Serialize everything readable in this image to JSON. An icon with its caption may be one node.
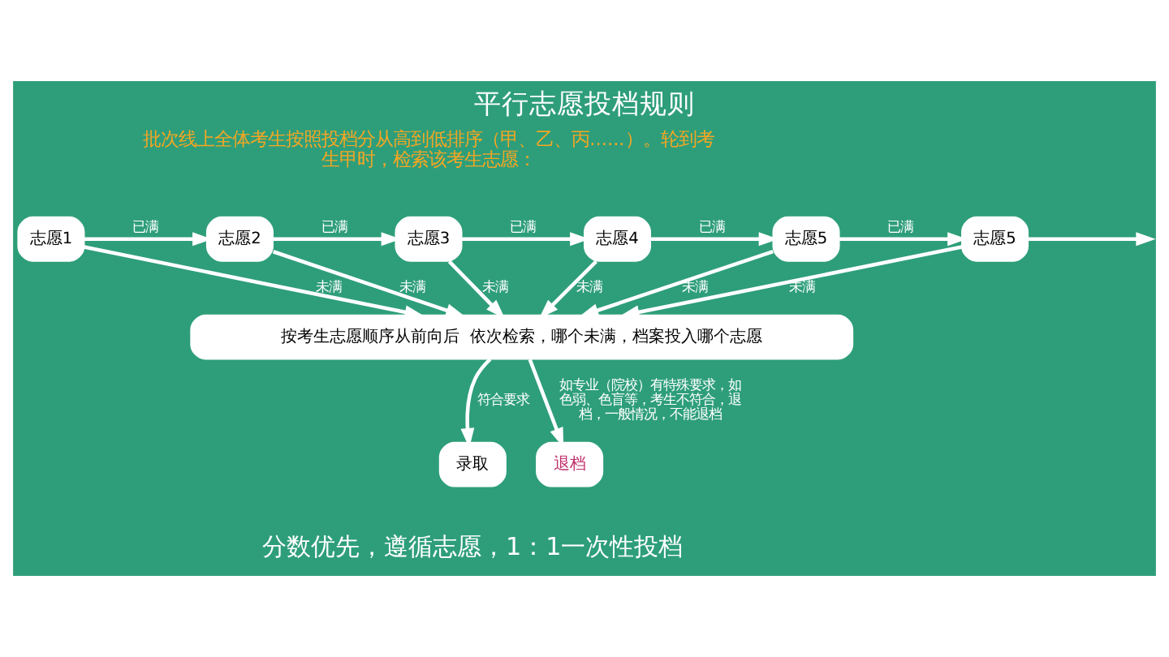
{
  "diagram": {
    "title": "平行志愿投档规则",
    "nodes": [
      {
        "text": [
          "志愿1"
        ]
      },
      {
        "text": [
          "志愿2"
        ]
      },
      {
        "text": [
          "志愿3"
        ]
      },
      {
        "text": [
          "志愿4"
        ]
      },
      {
        "text": [
          "志愿5"
        ]
      },
      {
        "text": [
          "志愿5"
        ]
      },
      {
        "text": [
          "按考生志愿顺序从前向后  依次检索，哪个未满，档案投入哪个志愿"
        ]
      },
      {
        "text": [
          "录取"
        ]
      },
      {
        "text": [
          "退档"
        ]
      }
    ],
    "edges": [
      {
        "from": 0,
        "to": 1,
        "arrow": "to",
        "label": "已满"
      },
      {
        "from": 1,
        "to": 2,
        "arrow": "to",
        "label": "已满"
      },
      {
        "from": 2,
        "to": 3,
        "arrow": "to",
        "label": "已满"
      },
      {
        "from": 3,
        "to": 4,
        "arrow": "to",
        "label": "已满"
      },
      {
        "from": 4,
        "to": 5,
        "arrow": "to",
        "label": "已满"
      },
      {
        "from": 5,
        "to": null,
        "arrow": "to"
      },
      {
        "from": 0,
        "to": 6,
        "arrow": "to",
        "label": "未满"
      },
      {
        "from": 1,
        "to": 6,
        "arrow": "to",
        "label": "未满"
      },
      {
        "from": 2,
        "to": 6,
        "arrow": "to",
        "label": "未满"
      },
      {
        "from": 3,
        "to": 6,
        "arrow": "to",
        "label": "未满"
      },
      {
        "from": 4,
        "to": 6,
        "arrow": "to",
        "label": "未满"
      },
      {
        "from": 5,
        "to": 6,
        "arrow": "to",
        "label": "未满"
      },
      {
        "from": 6,
        "to": 7,
        "arrow": "to",
        "label": "符合要求"
      },
      {
        "from": 6,
        "to": 8,
        "arrow": "to",
        "label": "如专业（院校）有特殊要求，如色弱、色盲等，考生不符合，退档，一般情况，不能退档"
      }
    ],
    "labels": [
      "批次线上全体考生按照投档分从高到低排序（甲、乙、丙......）。轮到考生甲时，检索该考生志愿：",
      "分数优先，遵循志愿，1：1一次性投档"
    ]
  }
}
